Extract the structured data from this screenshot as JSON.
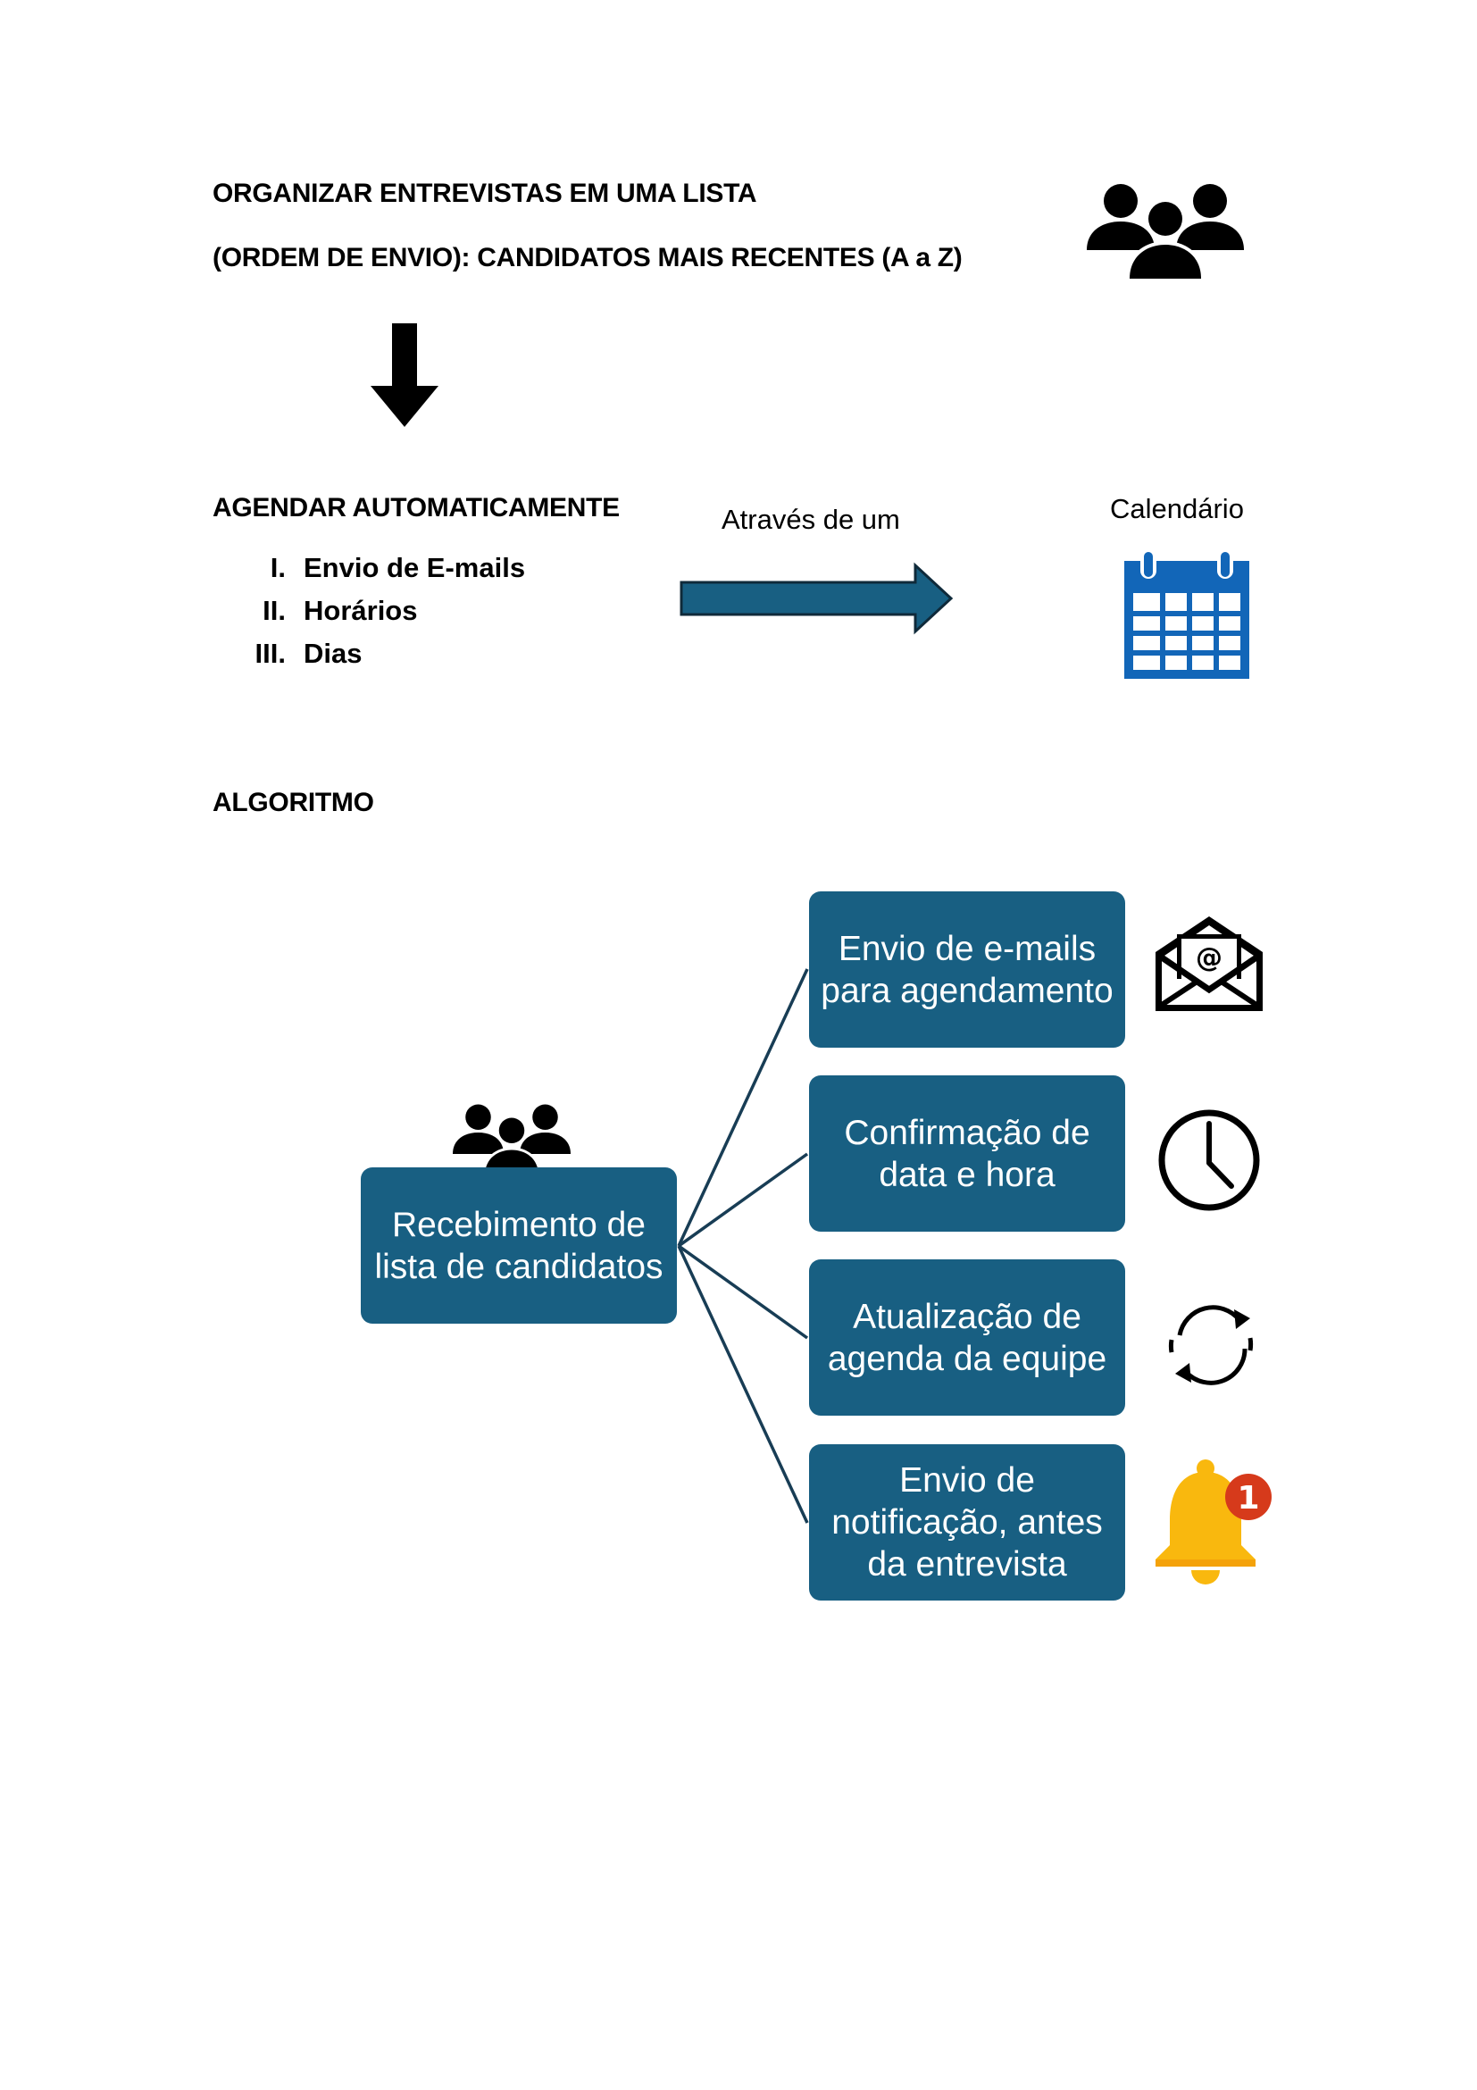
{
  "section1": {
    "title_line1": "ORGANIZAR ENTREVISTAS EM UMA LISTA",
    "title_line2": "(ORDEM DE ENVIO): CANDIDATOS MAIS RECENTES (A a Z)"
  },
  "section2": {
    "title": "AGENDAR AUTOMATICAMENTE",
    "items": [
      {
        "num": "I.",
        "label": "Envio de E-mails"
      },
      {
        "num": "II.",
        "label": "Horários"
      },
      {
        "num": "III.",
        "label": "Dias"
      }
    ],
    "arrow_label": "Através de um",
    "calendar_label": "Calendário"
  },
  "section3": {
    "title": "ALGORITMO",
    "root": {
      "line1": "Recebimento de",
      "line2": "lista de candidatos"
    },
    "steps": [
      {
        "lines": [
          "Envio de e-mails",
          "para agendamento"
        ],
        "icon": "email-icon"
      },
      {
        "lines": [
          "Confirmação de",
          "data e hora"
        ],
        "icon": "clock-icon"
      },
      {
        "lines": [
          "Atualização de",
          "agenda da equipe"
        ],
        "icon": "refresh-icon"
      },
      {
        "lines": [
          "Envio de",
          "notificação, antes",
          "da entrevista"
        ],
        "icon": "bell-icon"
      }
    ],
    "notification_count": "1"
  },
  "colors": {
    "box_fill": "#185f82",
    "arrow_fill": "#185f82",
    "calendar": "#1266b8",
    "bell": "#f9b80e",
    "badge": "#d63a1b"
  }
}
